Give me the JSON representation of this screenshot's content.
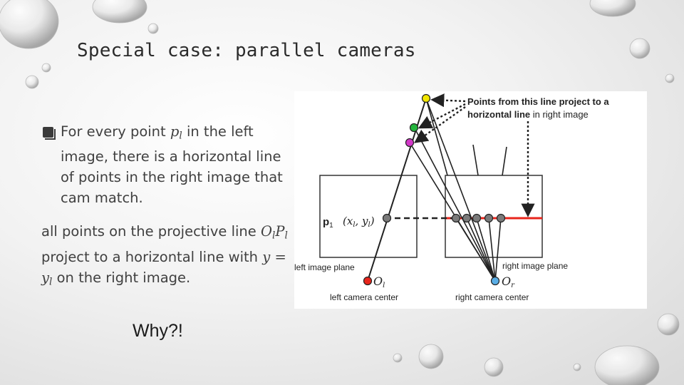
{
  "slide": {
    "title": "Special case: parallel cameras",
    "bullet": {
      "text_before": "For every point ",
      "point_symbol": "p",
      "point_sub": "l",
      "text_after": " in the left image, there is a horizontal line of points in the right image that cam match."
    },
    "para2": {
      "t1": "all points on the projective line ",
      "sym1": "O",
      "sym1_sub": "l",
      "sym2": "P",
      "sym2_sub": "l",
      "t2": " project to a horizontal line with ",
      "eq_lhs": "y",
      "eq_op": " = ",
      "eq_rhs": "y",
      "eq_rhs_sub": "l",
      "t3": " on the right image."
    },
    "question": "Why?!"
  },
  "figure": {
    "callout_line1": "Points from this line project to a",
    "callout_line2_bold": "horizontal line",
    "callout_line2_rest": " in right image",
    "p1_label": "p",
    "p1_sub": "1",
    "p1_coords": "(x",
    "p1_coords_sub": "l",
    "p1_coords_mid": ", y",
    "p1_coords_end": ")",
    "left_plane_label": "left image plane",
    "right_plane_label": "right image plane",
    "left_center_symbol": "O",
    "left_center_sub": "l",
    "right_center_symbol": "O",
    "right_center_sub": "r",
    "left_center_label": "left camera center",
    "right_center_label": "right camera center",
    "colors": {
      "epipolar_line": "#e8251c",
      "point_yellow": "#f2e600",
      "point_green": "#22b43c",
      "point_magenta": "#d238c8",
      "point_gray": "#7a7a7a",
      "center_red": "#e8251c",
      "center_blue": "#5aaee6"
    }
  }
}
